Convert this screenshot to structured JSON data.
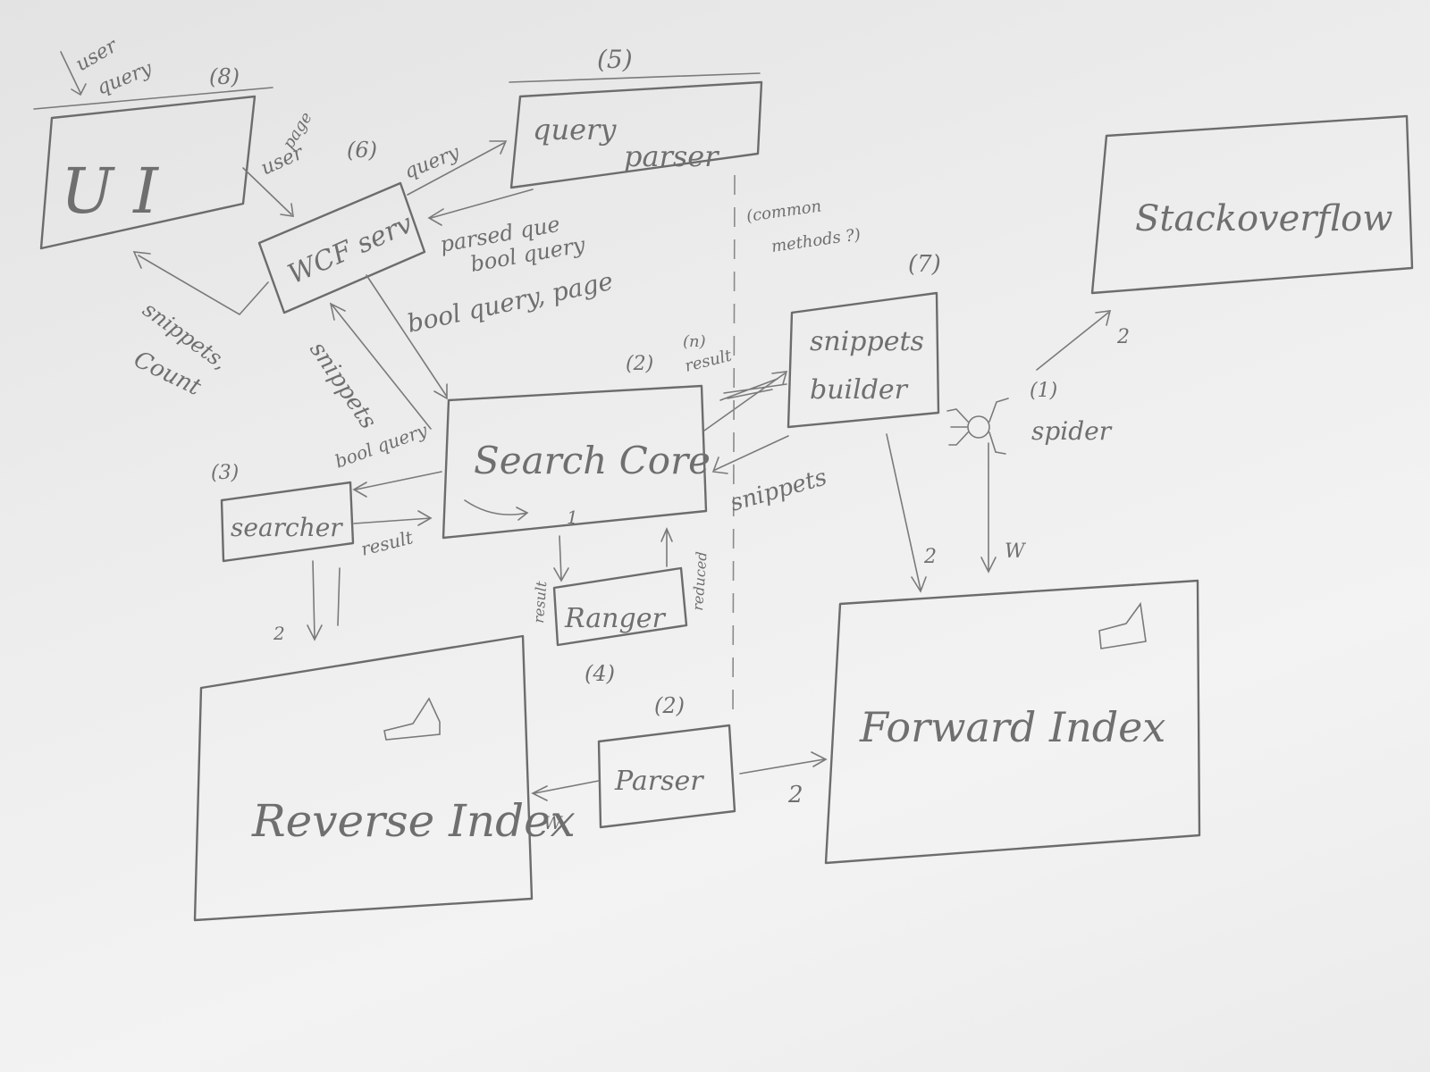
{
  "nodes": {
    "ui": {
      "label": "U  I",
      "num": "(8)"
    },
    "wcf": {
      "label": "WCF serv",
      "num": "(6)"
    },
    "query_parser": {
      "label_1": "query",
      "label_2": "parser",
      "num": "(5)"
    },
    "stackoverflow": {
      "label": "Stackoverflow"
    },
    "search_core": {
      "label": "Search Core",
      "num": "(2)",
      "mark": "1"
    },
    "searcher": {
      "label": "searcher",
      "num": "(3)"
    },
    "ranger": {
      "label": "Ranger",
      "num": "(4)"
    },
    "snippets_builder": {
      "label_1": "snippets",
      "label_2": "builder",
      "num": "(7)"
    },
    "spider": {
      "label": "spider",
      "num": "(1)"
    },
    "reverse_index": {
      "label": "Reverse Index"
    },
    "forward_index": {
      "label": "Forward Index"
    },
    "parser": {
      "label": "Parser",
      "num": "(2)"
    }
  },
  "edges": {
    "user_query_1": "user",
    "user_query_2": "query",
    "ui_wcf_1": "page",
    "ui_wcf_2": "user",
    "wcf_qp": "query",
    "qp_wcf_1": "parsed que",
    "qp_wcf_2": "bool query",
    "wcf_ui_1": "snippets,",
    "wcf_ui_2": "Count",
    "wcf_core": "bool query, page",
    "core_wcf": "snippets",
    "core_searcher": "bool query",
    "searcher_core": "result",
    "core_snip": "result",
    "core_snip_num": "(n)",
    "snip_core": "snippets",
    "core_ranger": "result",
    "ranger_core": "reduced",
    "searcher_rev": "2",
    "parser_rev": "W",
    "parser_fwd": "2",
    "snip_fwd": "2",
    "spider_fwd": "W",
    "spider_so": "2",
    "common": "(common",
    "common_2": "methods ?)"
  }
}
